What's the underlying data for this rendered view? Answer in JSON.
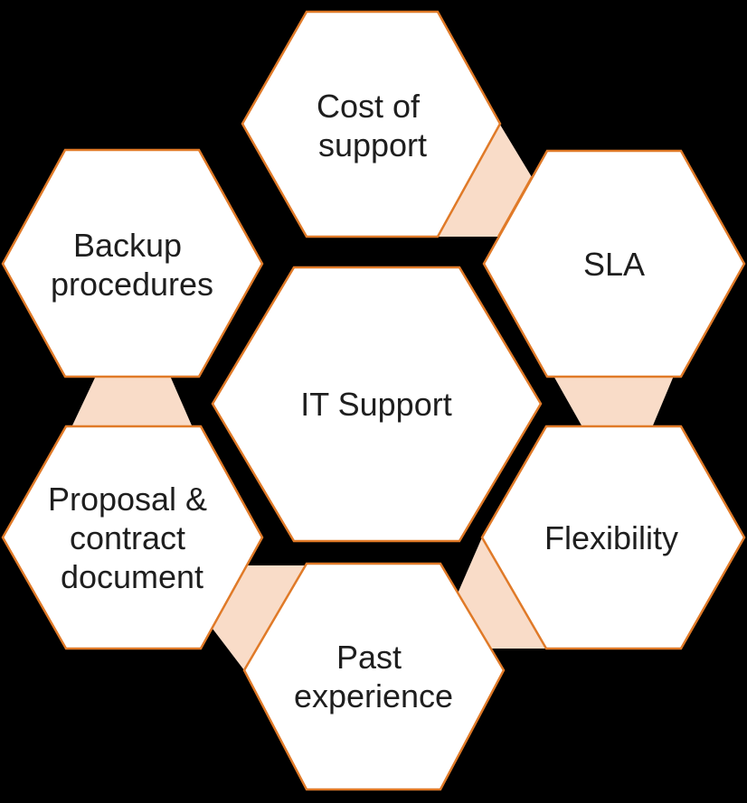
{
  "diagram": {
    "type": "hexagon-cluster",
    "center_node": {
      "id": "it-support",
      "lines": [
        "IT Support"
      ]
    },
    "nodes": [
      {
        "id": "cost-of-support",
        "position": "top",
        "lines": [
          "Cost of",
          "support"
        ]
      },
      {
        "id": "sla",
        "position": "top-right",
        "lines": [
          "SLA"
        ]
      },
      {
        "id": "flexibility",
        "position": "bottom-right",
        "lines": [
          "Flexibility"
        ]
      },
      {
        "id": "past-experience",
        "position": "bottom",
        "lines": [
          "Past",
          "experience"
        ]
      },
      {
        "id": "proposal-contract-document",
        "position": "bottom-left",
        "lines": [
          "Proposal &",
          "contract",
          "document"
        ]
      },
      {
        "id": "backup-procedures",
        "position": "top-left",
        "lines": [
          "Backup",
          "procedures"
        ]
      }
    ],
    "connectors": [
      {
        "id": "connector-cost-sla",
        "between": [
          "cost-of-support",
          "sla"
        ]
      },
      {
        "id": "connector-sla-flexibility",
        "between": [
          "sla",
          "flexibility"
        ]
      },
      {
        "id": "connector-flexibility-past",
        "between": [
          "flexibility",
          "past-experience"
        ]
      },
      {
        "id": "connector-past-proposal",
        "between": [
          "past-experience",
          "proposal-contract-document"
        ]
      },
      {
        "id": "connector-backup-proposal",
        "between": [
          "backup-procedures",
          "proposal-contract-document"
        ]
      }
    ],
    "colors": {
      "background": "#000000",
      "node_fill": "#ffffff",
      "node_border": "#e07a28",
      "connector_fill": "#f9dcc8",
      "text_color": "#1e1e1e"
    }
  }
}
